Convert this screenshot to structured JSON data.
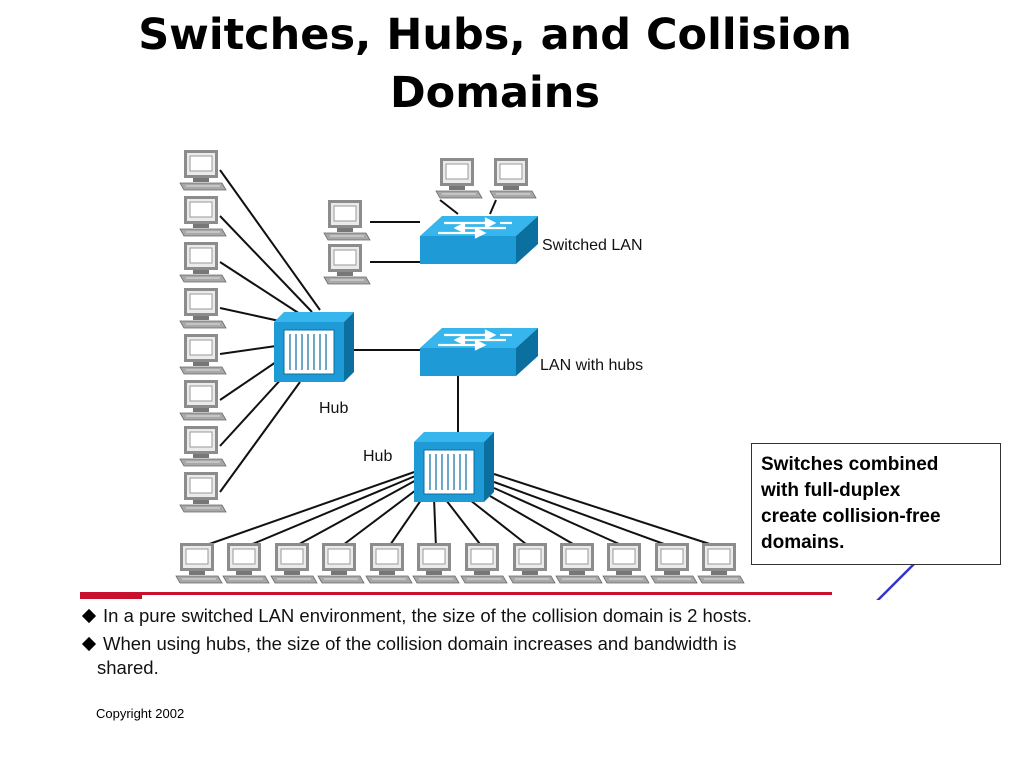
{
  "slide": {
    "title_line1": "Switches, Hubs, and Collision",
    "title_line2": "Domains",
    "copyright": "Copyright 2002"
  },
  "diagram": {
    "labels": {
      "switched_lan": "Switched LAN",
      "lan_with_hubs": "LAN with hubs",
      "hub_left": "Hub",
      "hub_bottom": "Hub"
    },
    "colors": {
      "device_blue": "#1e9ad6",
      "device_dark": "#0b6fa0",
      "computer_gray": "#b8b8b8"
    }
  },
  "callout": {
    "line1": "Switches combined",
    "line2": "with full-duplex",
    "line3": "create collision-free",
    "line4": "domains.",
    "arrow_color": "#3333cc"
  },
  "bullets": {
    "item1": "In a pure switched LAN environment, the size of the collision domain is 2 hosts.",
    "item2_line1": "When using hubs, the size of the collision domain increases and bandwidth is",
    "item2_line2": "shared."
  }
}
